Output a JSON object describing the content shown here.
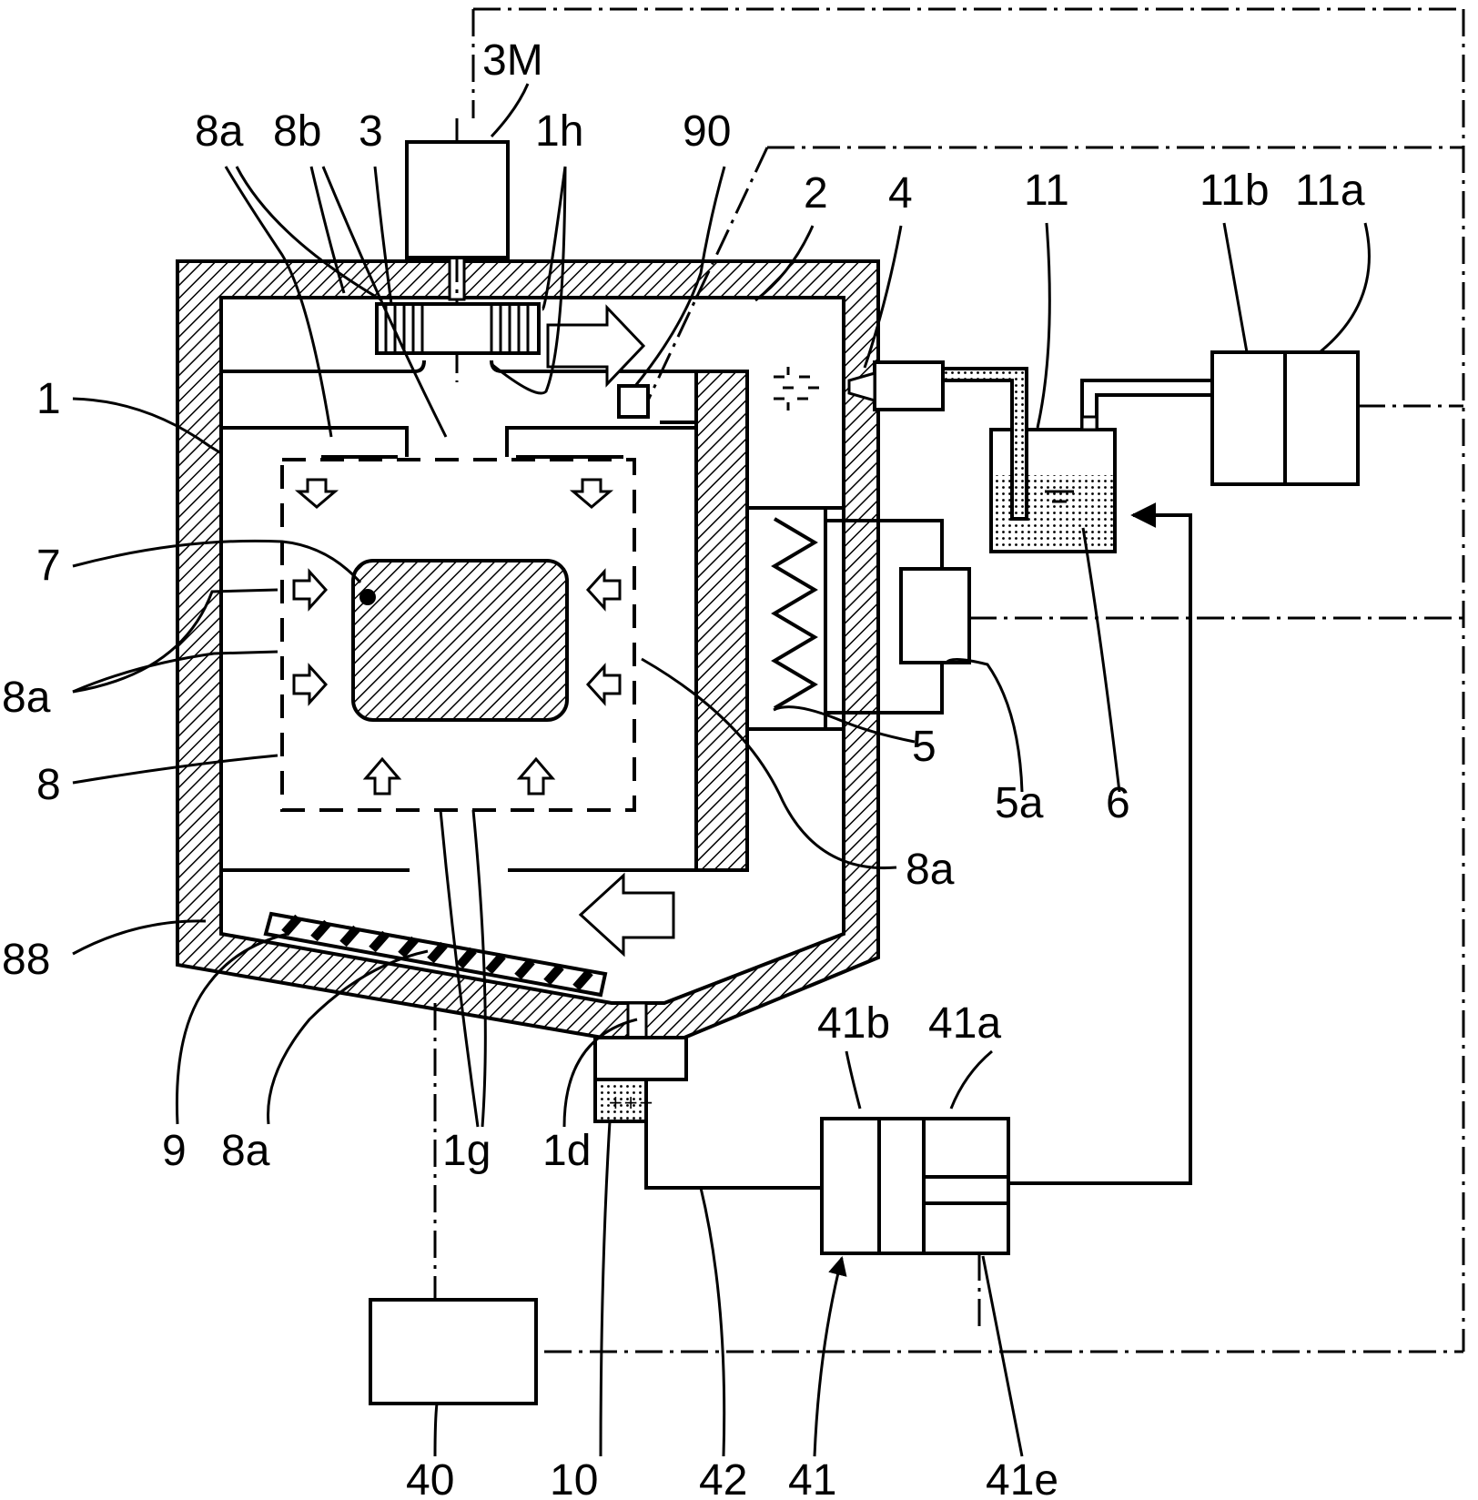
{
  "labels": {
    "l_3M": "3M",
    "l_8a_top": "8a",
    "l_8b": "8b",
    "l_3": "3",
    "l_1h": "1h",
    "l_90": "90",
    "l_2": "2",
    "l_4": "4",
    "l_11": "11",
    "l_11b": "11b",
    "l_11a": "11a",
    "l_1": "1",
    "l_7": "7",
    "l_8a_left": "8a",
    "l_8": "8",
    "l_88": "88",
    "l_5": "5",
    "l_5a": "5a",
    "l_6": "6",
    "l_8a_right": "8a",
    "l_9": "9",
    "l_8a_bottom": "8a",
    "l_1g": "1g",
    "l_1d": "1d",
    "l_41b": "41b",
    "l_41a": "41a",
    "l_40": "40",
    "l_10": "10",
    "l_42": "42",
    "l_41": "41",
    "l_41e": "41e"
  },
  "colors": {
    "ink": "#000000",
    "background": "#ffffff"
  }
}
